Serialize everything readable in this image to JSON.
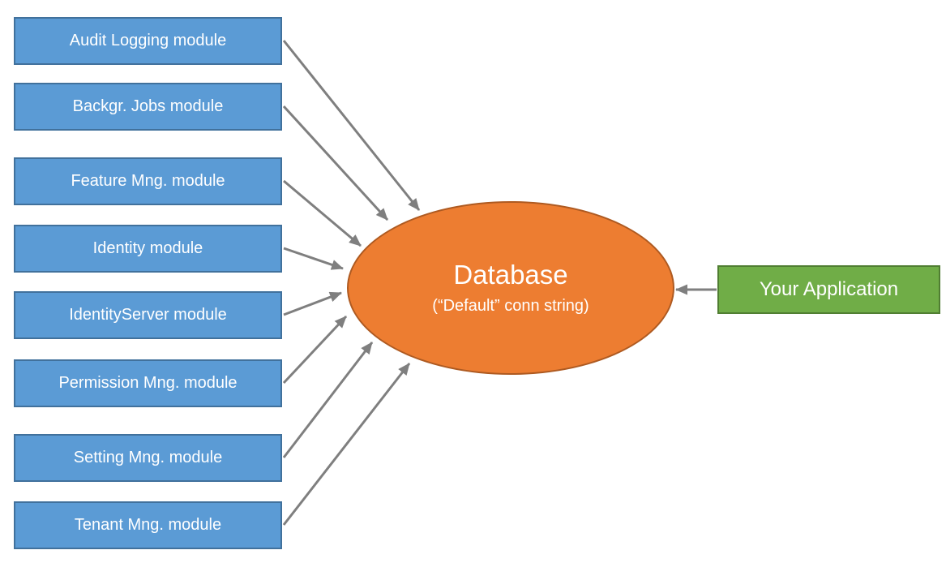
{
  "diagram": {
    "modules": [
      {
        "label": "Audit Logging module"
      },
      {
        "label": "Backgr. Jobs module"
      },
      {
        "label": "Feature Mng. module"
      },
      {
        "label": "Identity module"
      },
      {
        "label": "IdentityServer module"
      },
      {
        "label": "Permission Mng. module"
      },
      {
        "label": "Setting Mng. module"
      },
      {
        "label": "Tenant Mng. module"
      }
    ],
    "database": {
      "title": "Database",
      "subtitle": "(“Default” conn string)"
    },
    "application": {
      "label": "Your Application"
    },
    "colors": {
      "module_fill": "#5B9BD5",
      "module_border": "#41719C",
      "database_fill": "#ED7D31",
      "database_border": "#AE5A21",
      "application_fill": "#70AD47",
      "application_border": "#507E32",
      "arrow": "#7F7F7F",
      "text": "#FFFFFF"
    }
  }
}
